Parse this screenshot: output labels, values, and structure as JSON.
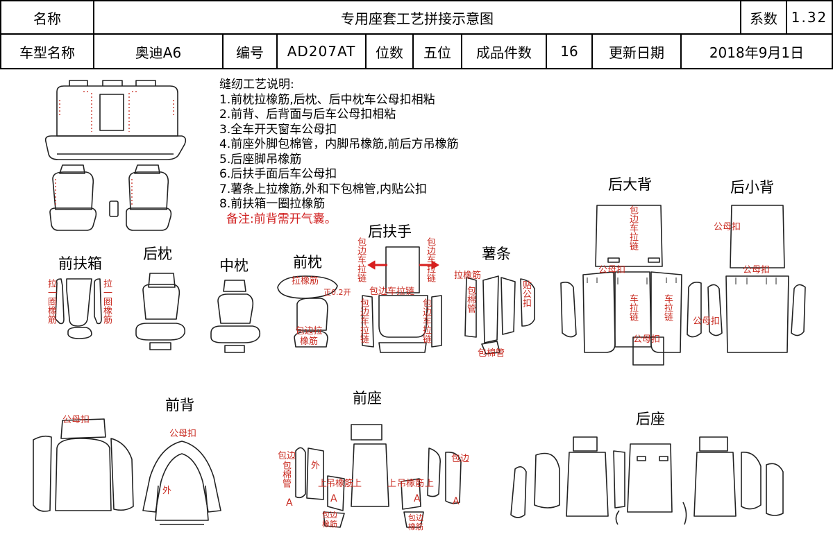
{
  "header": {
    "row1": {
      "name_label": "名称",
      "title": "专用座套工艺拼接示意图",
      "coef_label": "系数",
      "coef_value": "1.32"
    },
    "row2": {
      "model_label": "车型名称",
      "model_value": "奥迪A6",
      "code_label": "编号",
      "code_value": "AD207AT",
      "seats_label": "位数",
      "seats_value": "五位",
      "pieces_label": "成品件数",
      "pieces_value": "16",
      "date_label": "更新日期",
      "date_value": "2018年9月1日"
    }
  },
  "notes": {
    "heading": "缝纫工艺说明:",
    "items": [
      "1.前枕拉橡筋,后枕、后中枕车公母扣相粘",
      "2.前背、后背面与后车公母扣相粘",
      "3.全车开天窗车公母扣",
      "4.前座外脚包棉管，内脚吊橡筋,前后方吊橡筋",
      "5.后座脚吊橡筋",
      "6.后扶手面后车公母扣",
      "7.薯条上拉橡筋,外和下包棉管,内贴公扣",
      "8.前扶箱一圈拉橡筋"
    ],
    "remark": "备注:前背需开气囊。"
  },
  "sections": {
    "front_armrest_box": "前扶箱",
    "rear_headrest": "后枕",
    "middle_headrest": "中枕",
    "front_headrest": "前枕",
    "rear_armrest": "后扶手",
    "fries_strip": "薯条",
    "rear_big_back": "后大背",
    "rear_small_back": "后小背",
    "front_back": "前背",
    "front_seat": "前座",
    "rear_seat": "后座"
  },
  "labels": {
    "pull_ring_elastic": "拉一圈橡筋",
    "pull_elastic": "拉橡筋",
    "open_02": "正0.2开",
    "wrap_elastic": "包边拉橡筋",
    "edge_zipper": "包边车拉链",
    "edge_zipper_h": "包边车拉链",
    "edge_cotton_tube": "包棉管",
    "stick_male_buckle": "贴公扣",
    "cotton_tube": "包棉管",
    "male_female_buckle": "公母扣",
    "zipper": "车拉链",
    "outer": "外",
    "edge": "包边",
    "edge_cotton_tube_v": "包棉管",
    "hang_elastic": "吊橡筋",
    "up": "上",
    "a_mark": "A",
    "edge_elastic": "包边橡筋"
  }
}
